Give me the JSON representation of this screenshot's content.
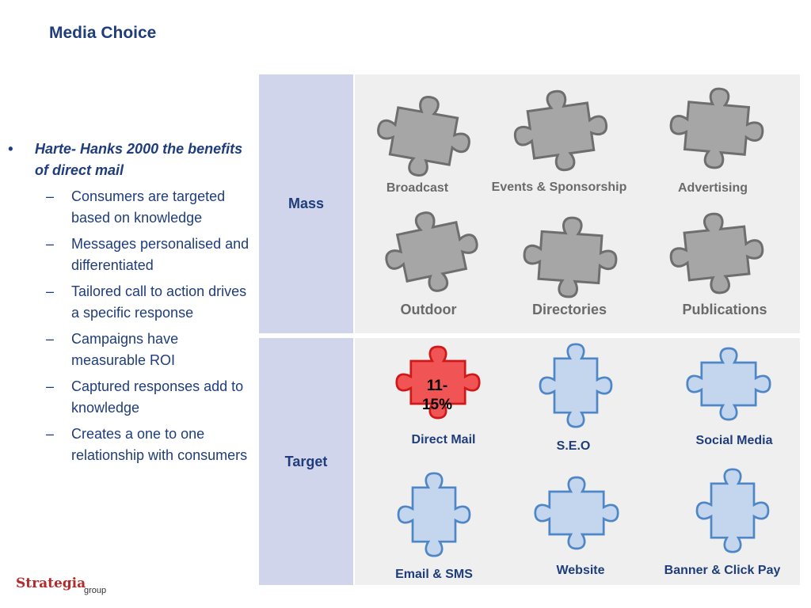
{
  "title": "Media Choice",
  "bullets": {
    "main": "Harte- Hanks 2000 the benefits of  direct mail",
    "subs": [
      "Consumers are targeted based on knowledge",
      "Messages  personalised and differentiated",
      "Tailored call to action drives a specific response",
      "Campaigns have measurable  ROI",
      "Captured responses add  to knowledge",
      "Creates a one to one relationship with consumers"
    ]
  },
  "grid": {
    "mass_label": "Mass",
    "target_label": "Target",
    "mass_items": [
      "Broadcast",
      "Events & Sponsorship",
      "Advertising",
      "Outdoor",
      "Directories",
      "Publications"
    ],
    "target_items": [
      "Direct Mail",
      "S.E.O",
      "Social Media",
      "Email & SMS",
      "Website",
      "Banner & Click Pay"
    ],
    "direct_mail_pct_line1": "11-",
    "direct_mail_pct_line2": "15%"
  },
  "colors": {
    "title": "#1f3d7a",
    "label_bg": "#d0d5ec",
    "body_bg": "#efefef",
    "mass_piece_fill": "#a6a6a6",
    "mass_piece_stroke": "#6e6e6e",
    "target_piece_fill": "#c3d6ee",
    "target_piece_stroke": "#4f86c6",
    "highlight_fill": "#f05454",
    "highlight_stroke": "#d01818"
  },
  "logo": {
    "name": "Strategia",
    "sub": "group"
  }
}
